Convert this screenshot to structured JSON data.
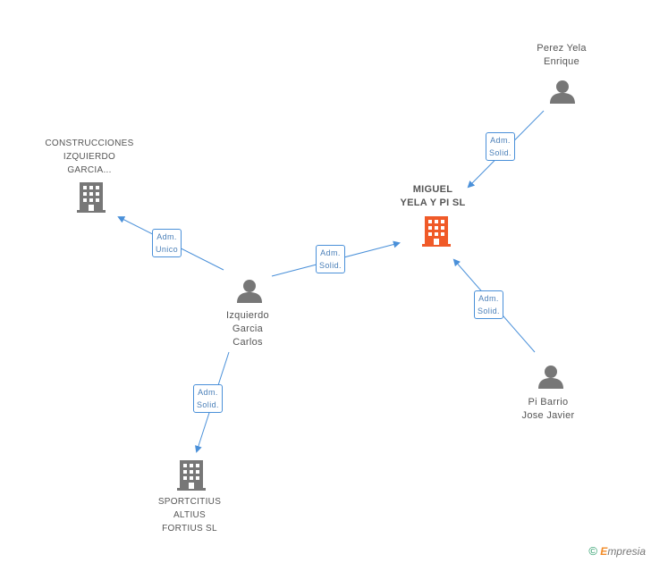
{
  "colors": {
    "edge": "#4a90d9",
    "person_icon": "#777777",
    "company_icon": "#777777",
    "focus_company_icon": "#f05a28",
    "relation_border": "#4a90d9"
  },
  "nodes": {
    "perez": {
      "label": "Perez Yela\nEnrique",
      "icon": "person-icon"
    },
    "construcciones": {
      "label": "CONSTRUCCIONES\nIZQUIERDO\nGARCIA...",
      "icon": "building-icon"
    },
    "miguel": {
      "label": "MIGUEL\nYELA Y PI SL",
      "icon": "building-icon"
    },
    "izquierdo": {
      "label": "Izquierdo\nGarcia\nCarlos",
      "icon": "person-icon"
    },
    "pibarrio": {
      "label": "Pi Barrio\nJose Javier",
      "icon": "person-icon"
    },
    "sportcitius": {
      "label": "SPORTCITIUS\nALTIUS\nFORTIUS SL",
      "icon": "building-icon"
    }
  },
  "relations": {
    "perez_miguel": "Adm.\nSolid.",
    "izquierdo_construcciones": "Adm.\nUnico",
    "izquierdo_miguel": "Adm.\nSolid.",
    "pibarrio_miguel": "Adm.\nSolid.",
    "izquierdo_sportcitius": "Adm.\nSolid."
  },
  "brand": {
    "copyright": "©",
    "e": "E",
    "rest": "mpresia"
  }
}
